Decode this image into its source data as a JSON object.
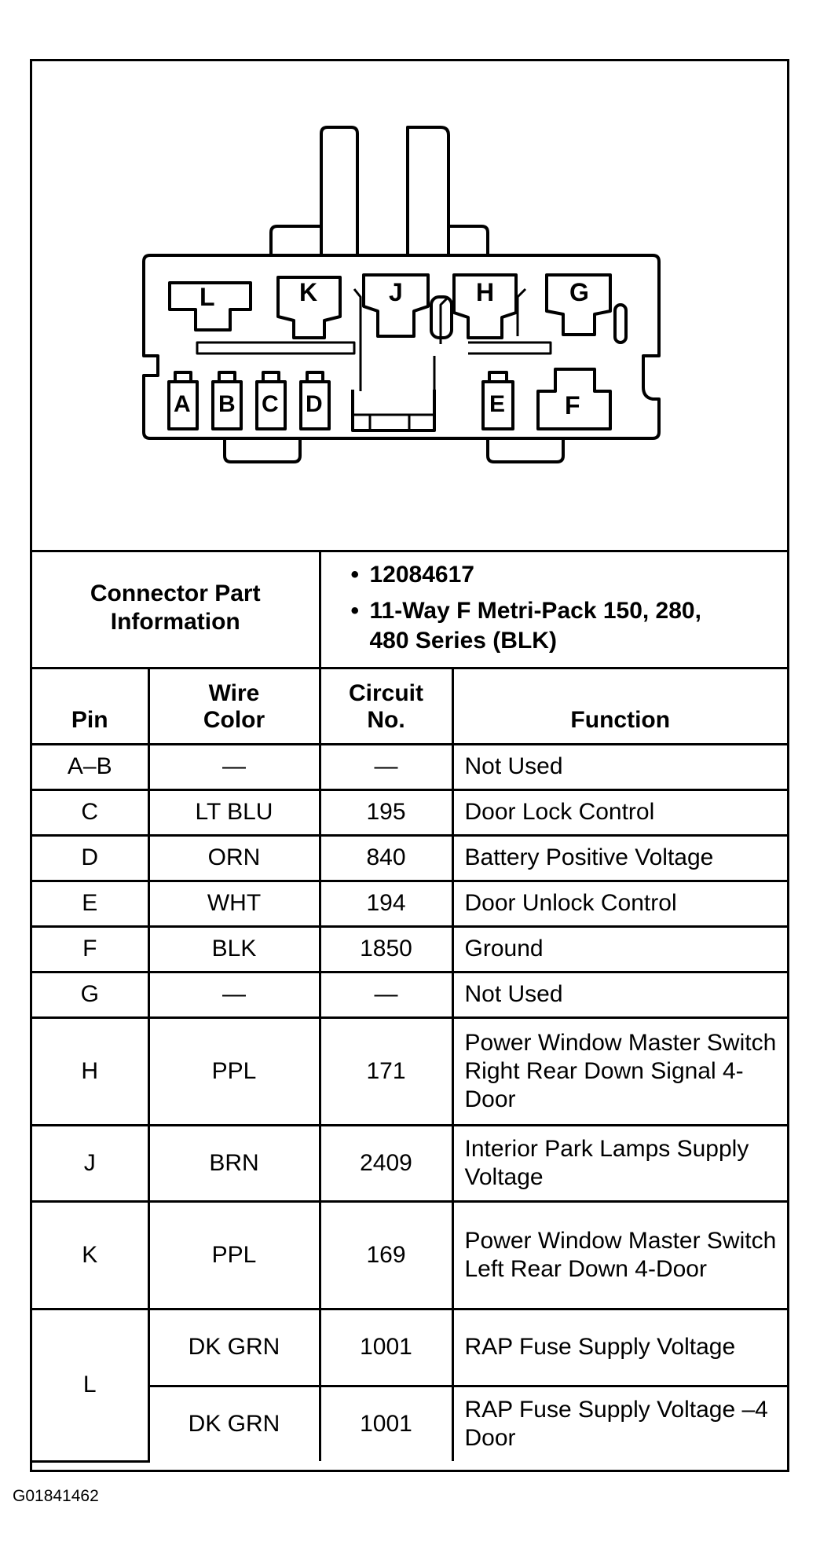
{
  "connector": {
    "pin_letters_top": [
      "L",
      "K",
      "J",
      "H",
      "G"
    ],
    "pin_letters_bottom": [
      "A",
      "B",
      "C",
      "D",
      "E",
      "F"
    ]
  },
  "part_info": {
    "label": "Connector Part Information",
    "items": [
      "12084617",
      "11-Way F Metri-Pack 150, 280, 480 Series (BLK)"
    ]
  },
  "columns": {
    "pin": "Pin",
    "wire_color": "Wire Color",
    "circuit": "Circuit No.",
    "function": "Function"
  },
  "rows": [
    {
      "pin": "A–B",
      "wire": "—",
      "circuit": "—",
      "function": "Not Used"
    },
    {
      "pin": "C",
      "wire": "LT BLU",
      "circuit": "195",
      "function": "Door Lock Control"
    },
    {
      "pin": "D",
      "wire": "ORN",
      "circuit": "840",
      "function": "Battery Positive Voltage"
    },
    {
      "pin": "E",
      "wire": "WHT",
      "circuit": "194",
      "function": "Door Unlock Control"
    },
    {
      "pin": "F",
      "wire": "BLK",
      "circuit": "1850",
      "function": "Ground"
    },
    {
      "pin": "G",
      "wire": "—",
      "circuit": "—",
      "function": "Not Used"
    },
    {
      "pin": "H",
      "wire": "PPL",
      "circuit": "171",
      "function": "Power Window Master Switch Right Rear Down Signal 4-Door"
    },
    {
      "pin": "J",
      "wire": "BRN",
      "circuit": "2409",
      "function": "Interior Park Lamps Supply Voltage"
    },
    {
      "pin": "K",
      "wire": "PPL",
      "circuit": "169",
      "function": "Power Window Master Switch Left Rear Down 4-Door"
    },
    {
      "pin": "L",
      "wire": "DK GRN",
      "circuit": "1001",
      "function": "RAP Fuse Supply Voltage"
    },
    {
      "pin": "",
      "wire": "DK GRN",
      "circuit": "1001",
      "function": "RAP Fuse Supply Voltage –4 Door"
    }
  ],
  "figure_id": "G01841462"
}
